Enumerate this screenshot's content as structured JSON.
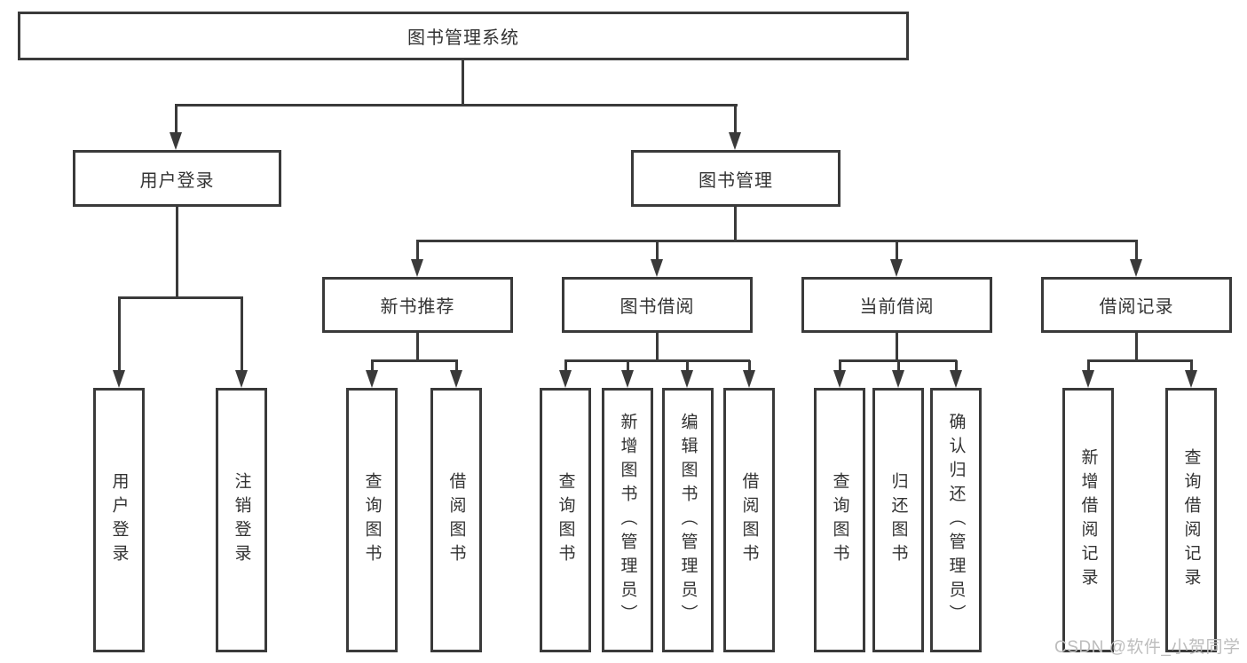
{
  "diagram_type": "hierarchy-tree",
  "colors": {
    "background": "#ffffff",
    "line": "#3a3a3a",
    "box_border": "#3a3a3a",
    "text": "#333333",
    "watermark": "#bdbdbd"
  },
  "watermark": {
    "text": "CSDN @软件_小贺同学"
  },
  "tree": {
    "root": {
      "label": "图书管理系统"
    },
    "branches": [
      {
        "label": "用户登录",
        "children": [
          {
            "label": "用户登录"
          },
          {
            "label": "注销登录"
          }
        ]
      },
      {
        "label": "图书管理",
        "children": [
          {
            "label": "新书推荐",
            "children": [
              {
                "label": "查询图书"
              },
              {
                "label": "借阅图书"
              }
            ]
          },
          {
            "label": "图书借阅",
            "children": [
              {
                "label": "查询图书"
              },
              {
                "label": "新增图书（管理员）"
              },
              {
                "label": "编辑图书（管理员）"
              },
              {
                "label": "借阅图书"
              }
            ]
          },
          {
            "label": "当前借阅",
            "children": [
              {
                "label": "查询图书"
              },
              {
                "label": "归还图书"
              },
              {
                "label": "确认归还（管理员）"
              }
            ]
          },
          {
            "label": "借阅记录",
            "children": [
              {
                "label": "新增借阅记录"
              },
              {
                "label": "查询借阅记录"
              }
            ]
          }
        ]
      }
    ]
  }
}
